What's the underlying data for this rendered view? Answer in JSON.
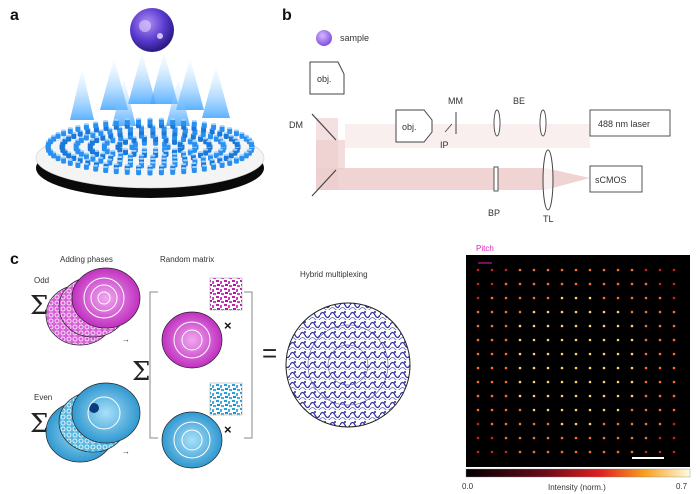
{
  "panels": {
    "a": "a",
    "b": "b",
    "c": "c"
  },
  "setup": {
    "sample": "sample",
    "obj_top": "obj.",
    "obj_side": "obj.",
    "dm": "DM",
    "mm": "MM",
    "be": "BE",
    "ip": "IP",
    "laser": "488 nm laser",
    "camera": "sCMOS",
    "bp": "BP",
    "tl": "TL"
  },
  "phase": {
    "adding_phases": "Adding phases",
    "random_matrix": "Random matrix",
    "hybrid_multiplexing": "Hybrid multiplexing",
    "odd": "Odd",
    "even": "Even",
    "sigma": "Σ",
    "times": "×",
    "equals": "="
  },
  "intensity_map": {
    "pitch_label": "Pitch",
    "colorbar_min": "0.0",
    "colorbar_max": "0.7",
    "colorbar_label": "Intensity (norm.)"
  },
  "colors": {
    "odd_magenta": "#c83cc8",
    "even_cyan": "#3aa8d8",
    "beam_pink": "#f0d4d4",
    "pitch_magenta": "#e020c0"
  }
}
